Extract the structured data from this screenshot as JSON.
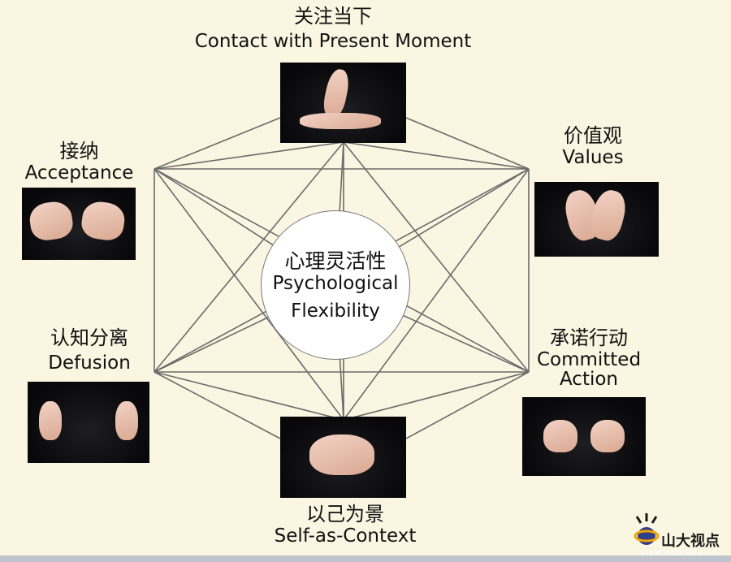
{
  "center": {
    "zh": "心理灵活性",
    "en_line1": "Psychological",
    "en_line2": "Flexibility"
  },
  "processes": [
    {
      "key": "present-moment",
      "zh": "关注当下",
      "en": "Contact with Present Moment"
    },
    {
      "key": "values",
      "zh": "价值观",
      "en": "Values"
    },
    {
      "key": "committed-action",
      "zh": "承诺行动",
      "en_line1": "Committed",
      "en_line2": "Action"
    },
    {
      "key": "self-as-context",
      "zh": "以己为景",
      "en": "Self-as-Context"
    },
    {
      "key": "defusion",
      "zh": "认知分离",
      "en": "Defusion"
    },
    {
      "key": "acceptance",
      "zh": "接纳",
      "en": "Acceptance"
    }
  ],
  "logo": {
    "text": "山大视点",
    "url": "view.sdu.edu.cn"
  },
  "colors": {
    "background": "#fbf6e2",
    "lines": "#6b6b6b",
    "photo_bg": "#0b0b0d",
    "skin": "#e8bfae"
  }
}
